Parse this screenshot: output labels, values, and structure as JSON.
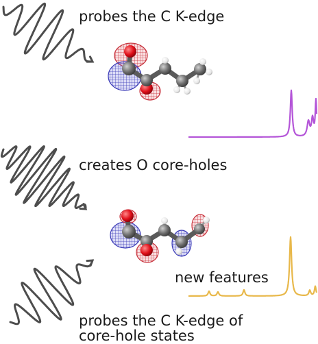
{
  "labels": {
    "step1": "probes the C K-edge",
    "step2": "creates O core-holes",
    "step3": "new features",
    "step4_line1": "probes the C K-edge of",
    "step4_line2": "core-hole states"
  },
  "colors": {
    "wave": "#4d4d4d",
    "spectrum_top": "#b455d8",
    "spectrum_bottom": "#e8b84a",
    "orbital_positive": "#c8323c",
    "orbital_negative": "#3b3bb8",
    "carbon": "#707070",
    "oxygen": "#e0101a",
    "hydrogen": "#f2f2f2"
  },
  "icons": {
    "pulse": "x-ray-pulse-icon",
    "molecule": "ball-and-stick-molecule-icon",
    "spectrum": "absorption-spectrum-icon"
  }
}
